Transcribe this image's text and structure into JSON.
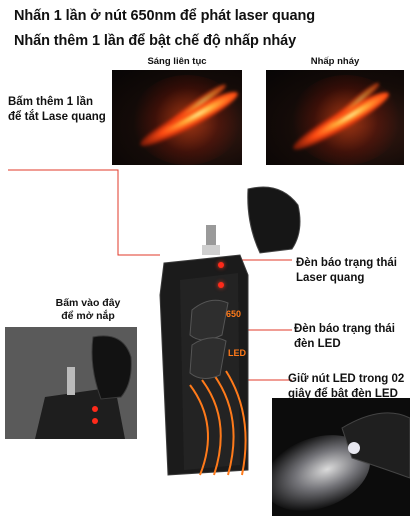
{
  "headlines": {
    "line1": "Nhấn 1 lần ở nút 650nm để phát laser quang",
    "line2": "Nhấn thêm 1 lần để bật chế độ nhấp nháy"
  },
  "captions": {
    "steady": "Sáng liên tục",
    "blink": "Nhấp nháy"
  },
  "notes": {
    "press_again": [
      "Bấm thêm 1 lần",
      "để tắt Lase quang"
    ],
    "open_cap": [
      "Bấm vào đây",
      "để mở nắp"
    ],
    "laser_indicator": [
      "Đèn báo trạng thái",
      "Laser quang"
    ],
    "led_indicator": [
      "Đèn báo trạng thái",
      "đèn LED"
    ],
    "hold_led": [
      "Giữ nút LED trong 02",
      "giây để bật đèn LED"
    ]
  },
  "device": {
    "button_650": "650",
    "button_led": "LED"
  },
  "colors": {
    "accent_orange": "#ff7a1a",
    "indicator_red": "#ff2a1a",
    "callout_line": "#e23a2a"
  }
}
